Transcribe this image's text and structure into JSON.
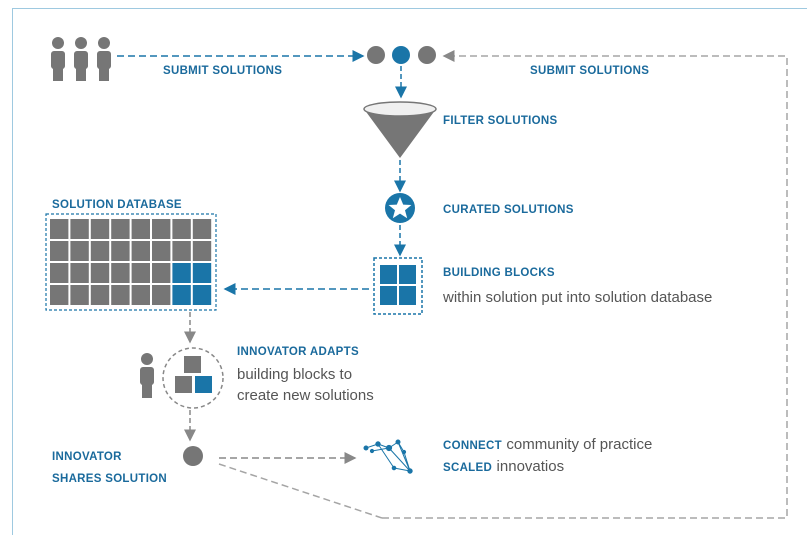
{
  "labels": {
    "submit_left": "SUBMIT SOLUTIONS",
    "submit_right": "SUBMIT SOLUTIONS",
    "filter": "FILTER SOLUTIONS",
    "curated": "CURATED SOLUTIONS",
    "database": "SOLUTION DATABASE",
    "building_blocks_title": "BUILDING BLOCKS",
    "building_blocks_desc": "within solution put into solution database",
    "adapts_title": "INNOVATOR ADAPTS",
    "adapts_line1": "building blocks to",
    "adapts_line2": "create new solutions",
    "shares_line1": "INNOVATOR",
    "shares_line2": "SHARES SOLUTION",
    "connect_keyword": "CONNECT",
    "connect_desc": "community of practice",
    "scaled_keyword": "SCALED",
    "scaled_desc": "innovatios"
  },
  "colors": {
    "accent_blue": "#1a75a8",
    "gray": "#767676",
    "dashed_gray": "#a5a5a5"
  },
  "icons": [
    "people-group-icon",
    "three-dots-icon",
    "funnel-icon",
    "star-badge-icon",
    "database-grid-icon",
    "building-blocks-icon",
    "person-icon",
    "adapt-blocks-icon",
    "dot-icon",
    "network-icon"
  ]
}
